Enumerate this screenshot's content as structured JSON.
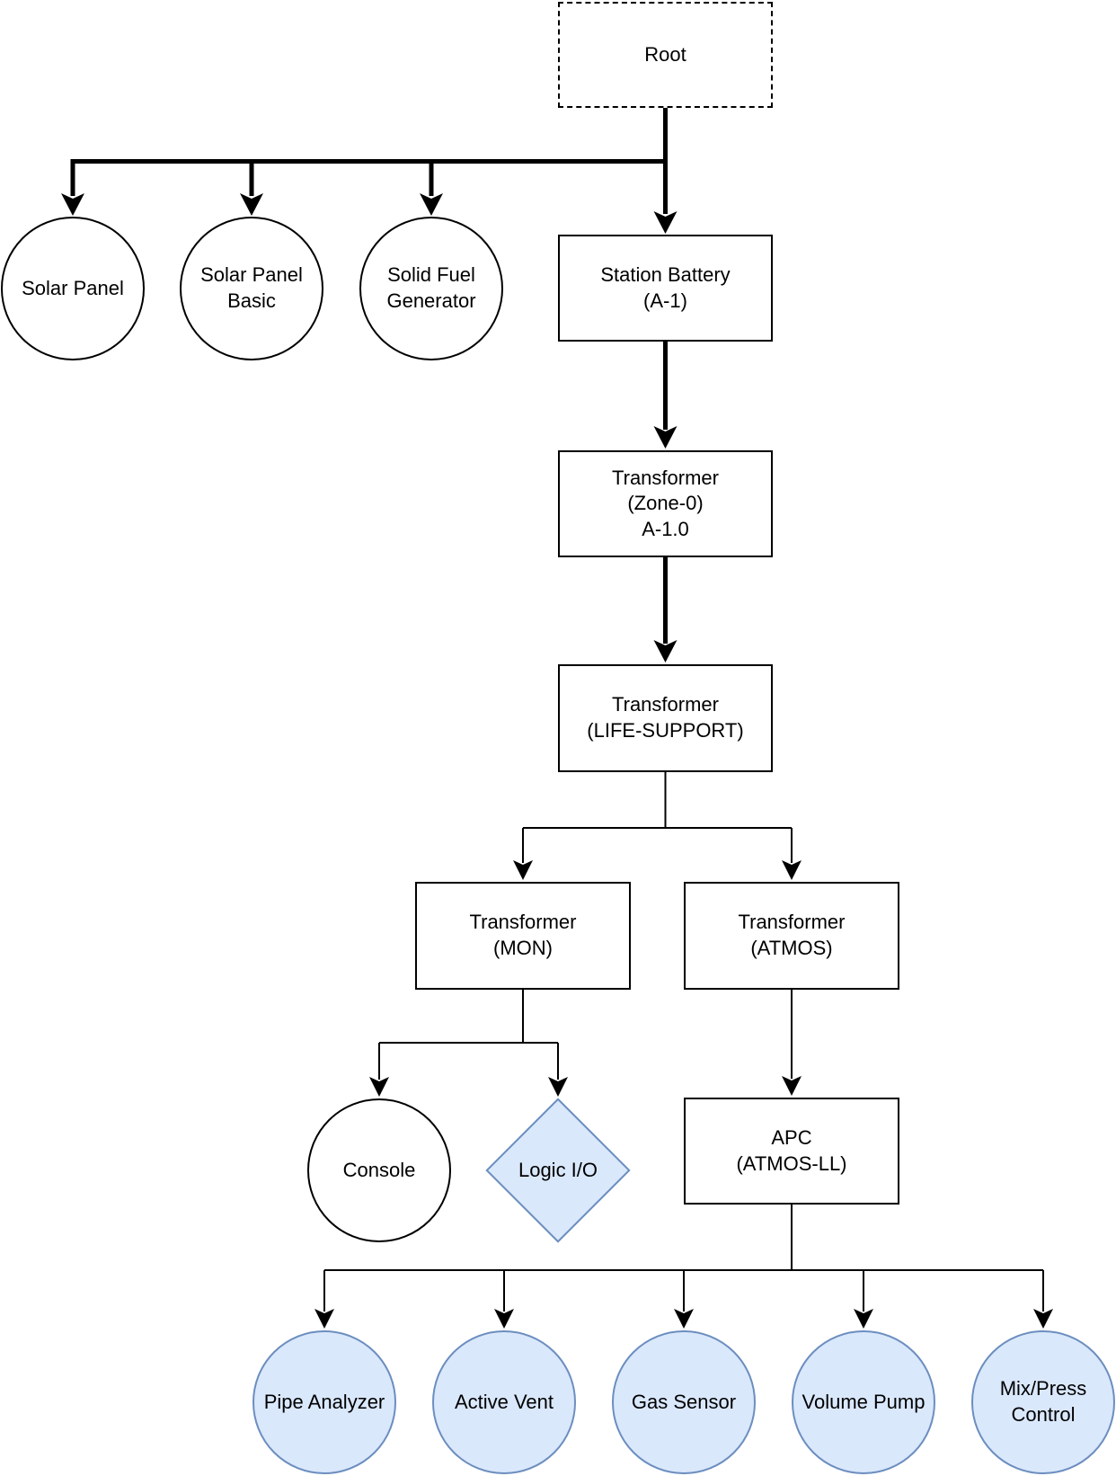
{
  "nodes": {
    "root": {
      "label": "Root"
    },
    "solar_panel": {
      "label": "Solar Panel"
    },
    "solar_panel_basic": {
      "label": "Solar Panel\nBasic"
    },
    "solid_fuel_generator": {
      "label": "Solid Fuel\nGenerator"
    },
    "station_battery": {
      "label": "Station Battery\n(A-1)"
    },
    "transformer_zone0": {
      "label": "Transformer\n(Zone-0)\nA-1.0"
    },
    "transformer_life_support": {
      "label": "Transformer\n(LIFE-SUPPORT)"
    },
    "transformer_mon": {
      "label": "Transformer\n(MON)"
    },
    "transformer_atmos": {
      "label": "Transformer\n(ATMOS)"
    },
    "console": {
      "label": "Console"
    },
    "logic_io": {
      "label": "Logic I/O"
    },
    "apc_atmos_ll": {
      "label": "APC\n(ATMOS-LL)"
    },
    "pipe_analyzer": {
      "label": "Pipe Analyzer"
    },
    "active_vent": {
      "label": "Active Vent"
    },
    "gas_sensor": {
      "label": "Gas Sensor"
    },
    "volume_pump": {
      "label": "Volume Pump"
    },
    "mix_press_control": {
      "label": "Mix/Press\nControl"
    }
  },
  "colors": {
    "background": "#ffffff",
    "line": "#000000",
    "text": "#000000",
    "highlight_fill": "#dae8fc",
    "highlight_stroke": "#6c8ebf"
  }
}
